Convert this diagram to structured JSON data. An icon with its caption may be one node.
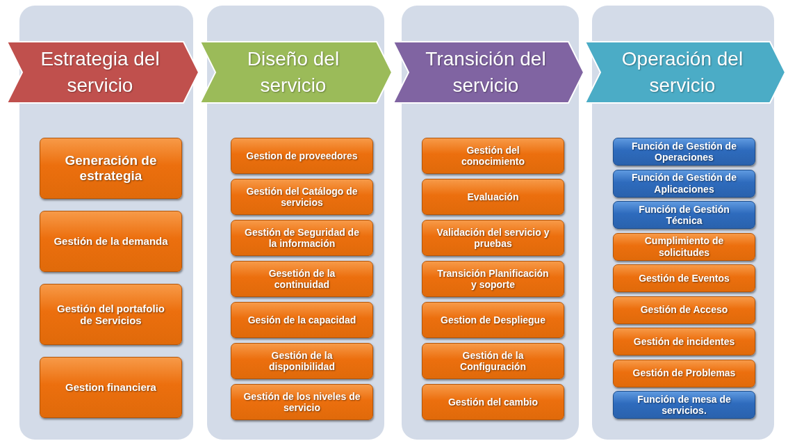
{
  "diagram": {
    "nodes": [
      {
        "text": [
          "Estrategia del servicio"
        ]
      },
      {
        "text": [
          "Generación de estrategia"
        ],
        "in": 0
      },
      {
        "text": [
          "Gestión de la demanda"
        ],
        "in": 0
      },
      {
        "text": [
          "Gestión del portafolio de Servicios"
        ],
        "in": 0
      },
      {
        "text": [
          "Gestion financiera"
        ],
        "in": 0
      },
      {
        "text": [
          "Diseño del servicio"
        ]
      },
      {
        "text": [
          "Gestion de proveedores"
        ],
        "in": 5
      },
      {
        "text": [
          "Gestión del Catálogo de servicios"
        ],
        "in": 5
      },
      {
        "text": [
          "Gestión de Seguridad de la información"
        ],
        "in": 5
      },
      {
        "text": [
          "Gesetión de la continuidad"
        ],
        "in": 5
      },
      {
        "text": [
          "Gesión de la capacidad"
        ],
        "in": 5
      },
      {
        "text": [
          "Gestión de la disponibilidad"
        ],
        "in": 5
      },
      {
        "text": [
          "Gestión de los niveles de servicio"
        ],
        "in": 5
      },
      {
        "text": [
          "Transición del servicio"
        ]
      },
      {
        "text": [
          "Gestión del conocimiento"
        ],
        "in": 13
      },
      {
        "text": [
          "Evaluación"
        ],
        "in": 13
      },
      {
        "text": [
          "Validación del servicio y pruebas"
        ],
        "in": 13
      },
      {
        "text": [
          "Transición Planificación y soporte"
        ],
        "in": 13
      },
      {
        "text": [
          "Gestion de Despliegue"
        ],
        "in": 13
      },
      {
        "text": [
          "Gestión de la Configuración"
        ],
        "in": 13
      },
      {
        "text": [
          "Gestión del cambio"
        ],
        "in": 13
      },
      {
        "text": [
          "Operación del servicio"
        ]
      },
      {
        "text": [
          "Función de Gestión de Operaciones"
        ],
        "in": 21
      },
      {
        "text": [
          "Función de Gestión de Aplicaciones"
        ],
        "in": 21
      },
      {
        "text": [
          "Función de Gestión Técnica"
        ],
        "in": 21
      },
      {
        "text": [
          "Cumplimiento de solicitudes"
        ],
        "in": 21
      },
      {
        "text": [
          "Gestión de Eventos"
        ],
        "in": 21
      },
      {
        "text": [
          "Gestión de Acceso"
        ],
        "in": 21
      },
      {
        "text": [
          "Gestión de incidentes"
        ],
        "in": 21
      },
      {
        "text": [
          "Gestión de Problemas"
        ],
        "in": 21
      },
      {
        "text": [
          "Función de mesa de servicios."
        ],
        "in": 21
      }
    ],
    "edges": []
  }
}
